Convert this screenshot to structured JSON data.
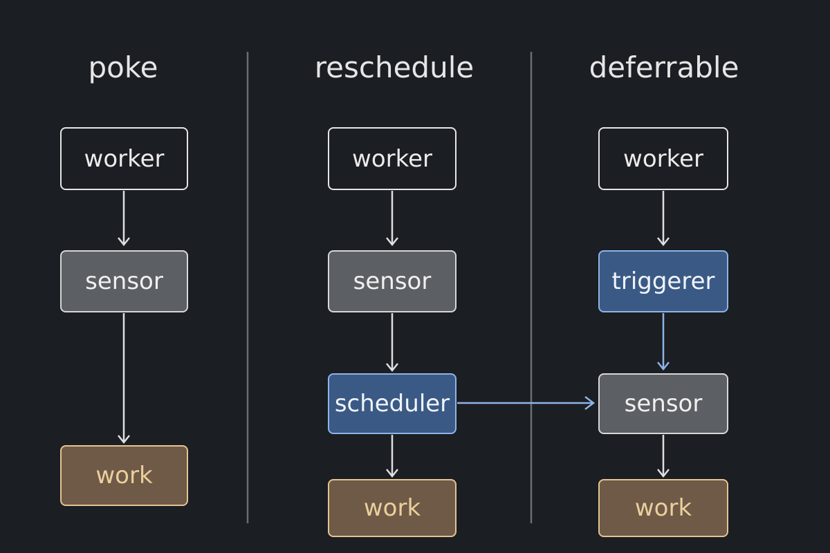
{
  "columns": [
    {
      "title": "poke",
      "nodes": [
        "worker",
        "sensor",
        "work"
      ]
    },
    {
      "title": "reschedule",
      "nodes": [
        "worker",
        "sensor",
        "scheduler",
        "work"
      ]
    },
    {
      "title": "deferrable",
      "nodes": [
        "worker",
        "triggerer",
        "sensor",
        "work"
      ]
    }
  ],
  "colors": {
    "background": "#1b1e23",
    "divider": "#6b6e72",
    "line": "#e0e0e0",
    "plain_border": "#e6e6e6",
    "gray_fill": "#5c5f63",
    "blue_fill": "#3a5a85",
    "blue_border": "#8fb4e6",
    "brown_fill": "#6e5a47",
    "brown_border": "#e4c592"
  }
}
